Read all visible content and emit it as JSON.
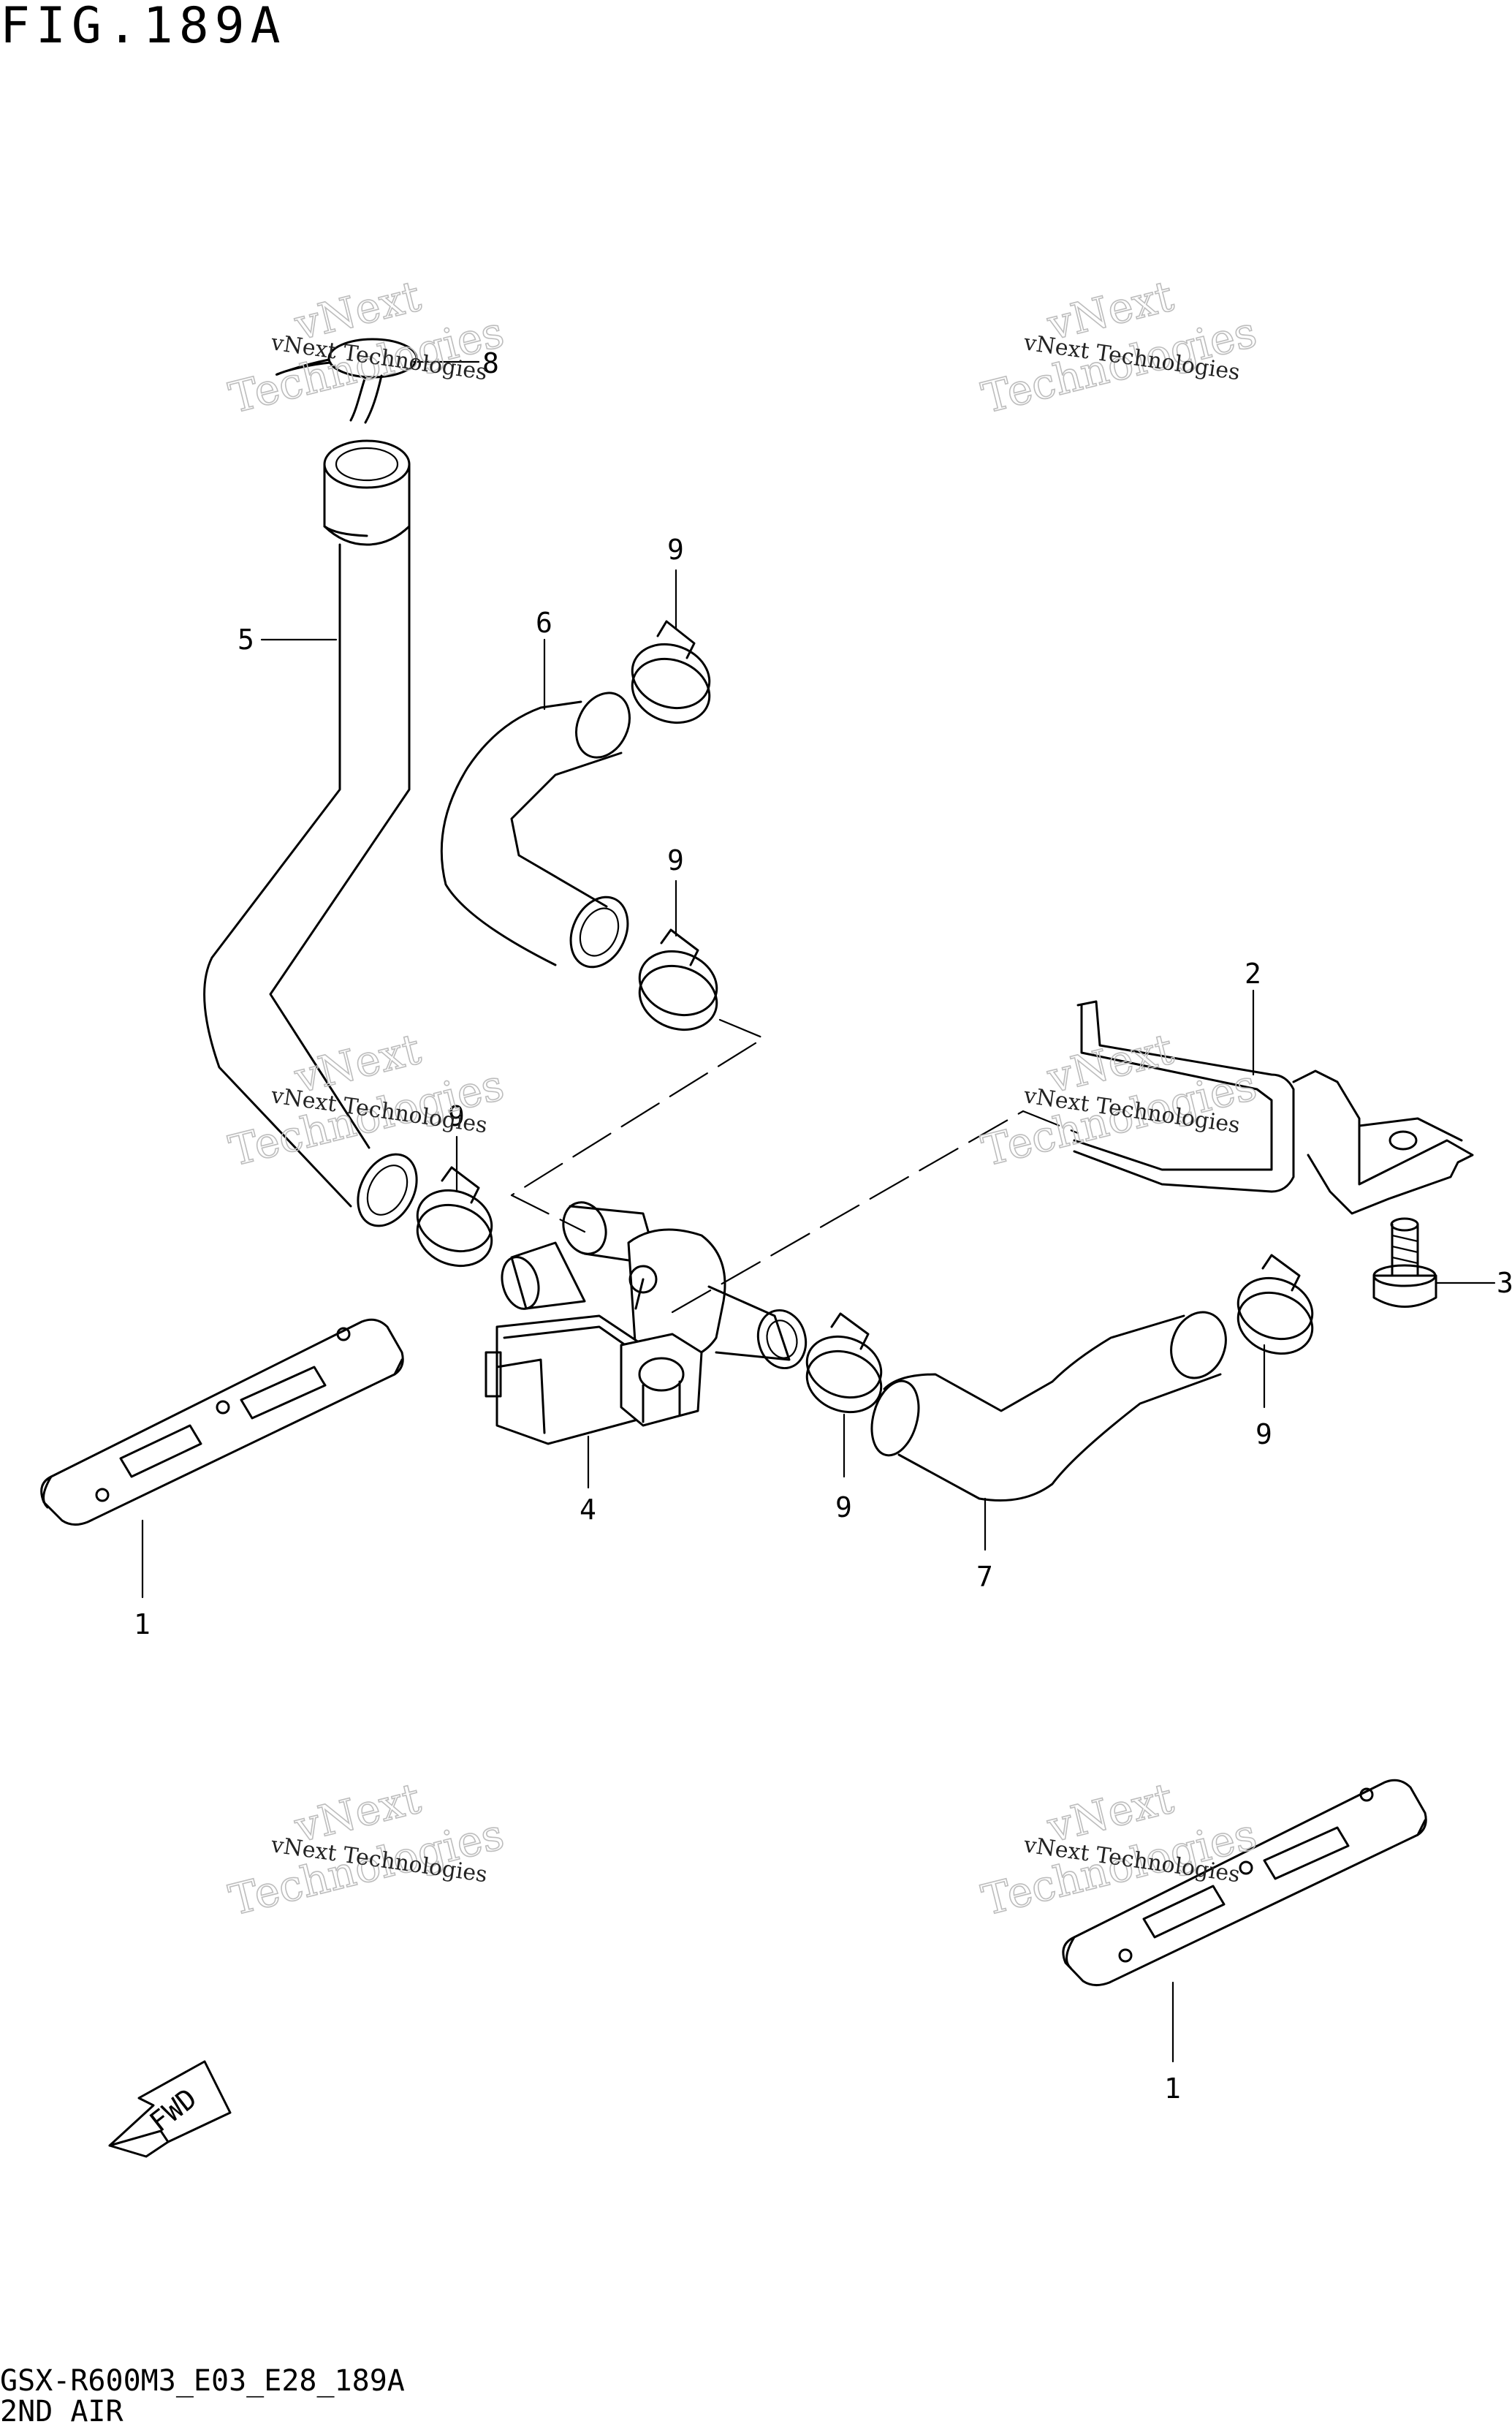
{
  "figure": {
    "title": "FIG.189A",
    "model_code": "GSX-R600M3_E03_E28_189A",
    "section_name": "2ND AIR"
  },
  "watermark": {
    "line1": "vNext Technologies",
    "line2": "vNext",
    "line3": "Technologies"
  },
  "callouts": {
    "c1a": "1",
    "c1b": "1",
    "c2": "2",
    "c3": "3",
    "c4": "4",
    "c5": "5",
    "c6": "6",
    "c7": "7",
    "c8": "8",
    "c9a": "9",
    "c9b": "9",
    "c9c": "9",
    "c9d": "9",
    "c9e": "9"
  },
  "fwd_label": "FWD"
}
